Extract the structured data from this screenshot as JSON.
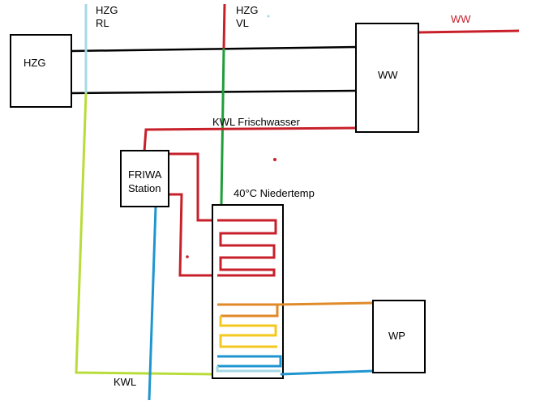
{
  "diagram": {
    "boxes": {
      "hzg": "HZG",
      "ww": "WW",
      "friwa_line1": "FRIWA",
      "friwa_line2": "Station",
      "wp": "WP"
    },
    "labels": {
      "hzg_rl_1": "HZG",
      "hzg_rl_2": "RL",
      "hzg_vl_1": "HZG",
      "hzg_vl_2": "VL",
      "ww_out": "WW",
      "kwl_frischwasser": "KWL Frischwasser",
      "niedertemp": "40°C Niedertemp",
      "kwl_bottom": "KWL"
    },
    "colors": {
      "black": "#000000",
      "red": "#c8202a",
      "green": "#1f9e3a",
      "light_blue": "#a6d8e6",
      "blue": "#1f95d0",
      "yellow_green": "#b8dc3a",
      "orange": "#e08a2a",
      "yellow": "#f4c81e"
    }
  }
}
